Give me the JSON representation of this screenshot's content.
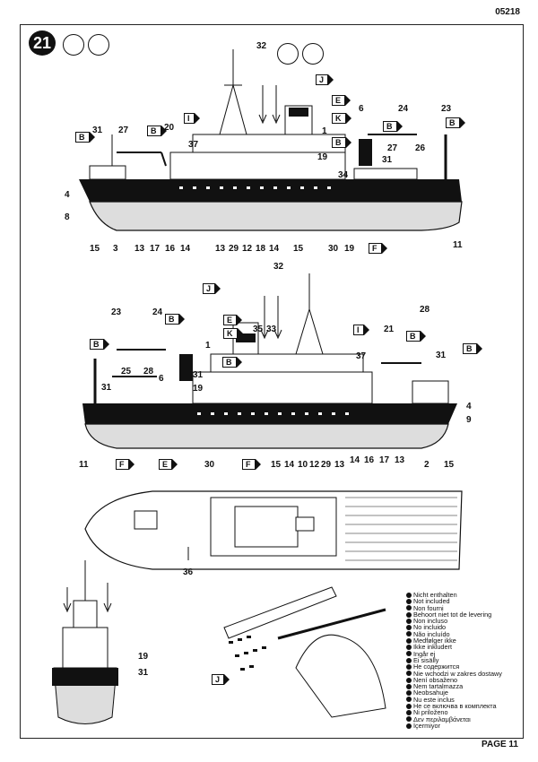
{
  "doc": {
    "code": "05218",
    "step": "21",
    "page": "PAGE 11"
  },
  "flags": {
    "b": "B",
    "e": "E",
    "f": "F",
    "i": "I",
    "j": "J",
    "k": "K"
  },
  "top_view_labels": {
    "n32": "32",
    "n31": "31",
    "n27": "27",
    "n20": "20",
    "n37": "37",
    "n1": "1",
    "n6": "6",
    "n24": "24",
    "n23": "23",
    "n19": "19",
    "n34": "34",
    "n27b": "27",
    "n31b": "31",
    "n26": "26",
    "n4": "4",
    "n8": "8",
    "b_15": "15",
    "b_3": "3",
    "b_13": "13",
    "b_17": "17",
    "b_16": "16",
    "b_14": "14",
    "b_13b": "13",
    "b_29": "29",
    "b_12": "12",
    "b_18": "18",
    "b_14b": "14",
    "b_15b": "15",
    "b_30": "30",
    "b_19": "19",
    "b_11": "11"
  },
  "bottom_view_labels": {
    "n32": "32",
    "n35": "35",
    "n33": "33",
    "n23": "23",
    "n24": "24",
    "n1": "1",
    "n25": "25",
    "n6": "6",
    "n28": "28",
    "n31": "31",
    "n31b": "31",
    "n19": "19",
    "n37": "37",
    "n21": "21",
    "n28b": "28",
    "n31c": "31",
    "n4": "4",
    "n9": "9",
    "b_11": "11",
    "b_30": "30",
    "b_15": "15",
    "b_14": "14",
    "b_10": "10",
    "b_12": "12",
    "b_29": "29",
    "b_13": "13",
    "b_14b": "14",
    "b_16": "16",
    "b_17": "17",
    "b_13b": "13",
    "b_2": "2",
    "b_15b": "15"
  },
  "deck_label": "36",
  "front_labels": {
    "n19": "19",
    "n31": "31"
  },
  "legend": [
    "Nicht enthalten",
    "Not included",
    "Non fourni",
    "Behoort niet tot de levering",
    "Non incluso",
    "No incluido",
    "Não incluído",
    "Medfølger ikke",
    "Ikke inkludert",
    "Ingår ej",
    "Ei sisälly",
    "Не содержится",
    "Nie wchodzi w zakres dostawy",
    "Není obsaženo",
    "Nem tartalmazza",
    "Neobsahuje",
    "Nu este inclus",
    "Не се включва в комплекта",
    "Ni priloženo",
    "Δεν περιλαμβάνεται",
    "İçermiyor"
  ]
}
